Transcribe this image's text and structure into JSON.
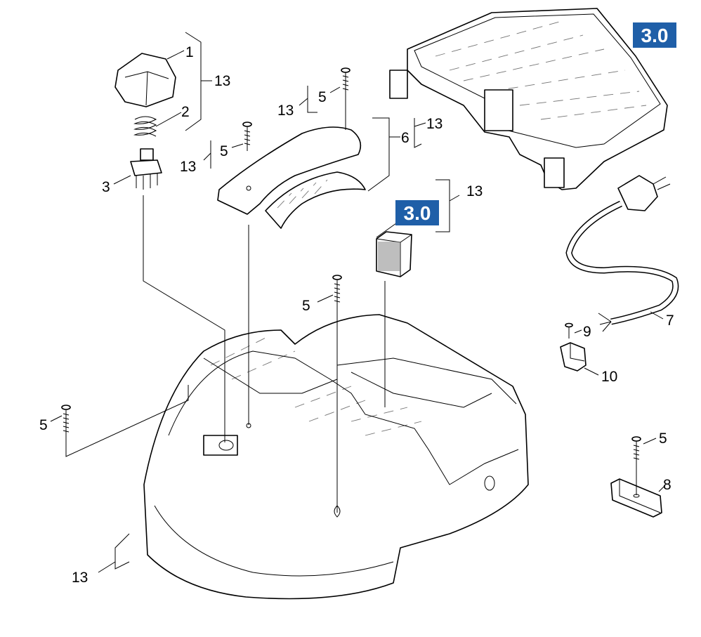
{
  "badge_color": "#1f5fa8",
  "badges": [
    {
      "id": "badge-top-right",
      "text": "3.0"
    },
    {
      "id": "badge-center",
      "text": "3.0"
    }
  ],
  "callouts": [
    {
      "id": "c1",
      "text": "1"
    },
    {
      "id": "c2",
      "text": "2"
    },
    {
      "id": "c3",
      "text": "3"
    },
    {
      "id": "c13-top-left",
      "text": "13"
    },
    {
      "id": "c5-upper",
      "text": "5"
    },
    {
      "id": "c13-upper",
      "text": "13"
    },
    {
      "id": "c5-mid-left",
      "text": "5"
    },
    {
      "id": "c13-mid-left",
      "text": "13"
    },
    {
      "id": "c6",
      "text": "6"
    },
    {
      "id": "c13-handle",
      "text": "13"
    },
    {
      "id": "c13-center",
      "text": "13"
    },
    {
      "id": "c5-center",
      "text": "5"
    },
    {
      "id": "c7",
      "text": "7"
    },
    {
      "id": "c9",
      "text": "9"
    },
    {
      "id": "c10",
      "text": "10"
    },
    {
      "id": "c5-left",
      "text": "5"
    },
    {
      "id": "c5-right",
      "text": "5"
    },
    {
      "id": "c8",
      "text": "8"
    },
    {
      "id": "c13-bottom",
      "text": "13"
    }
  ]
}
